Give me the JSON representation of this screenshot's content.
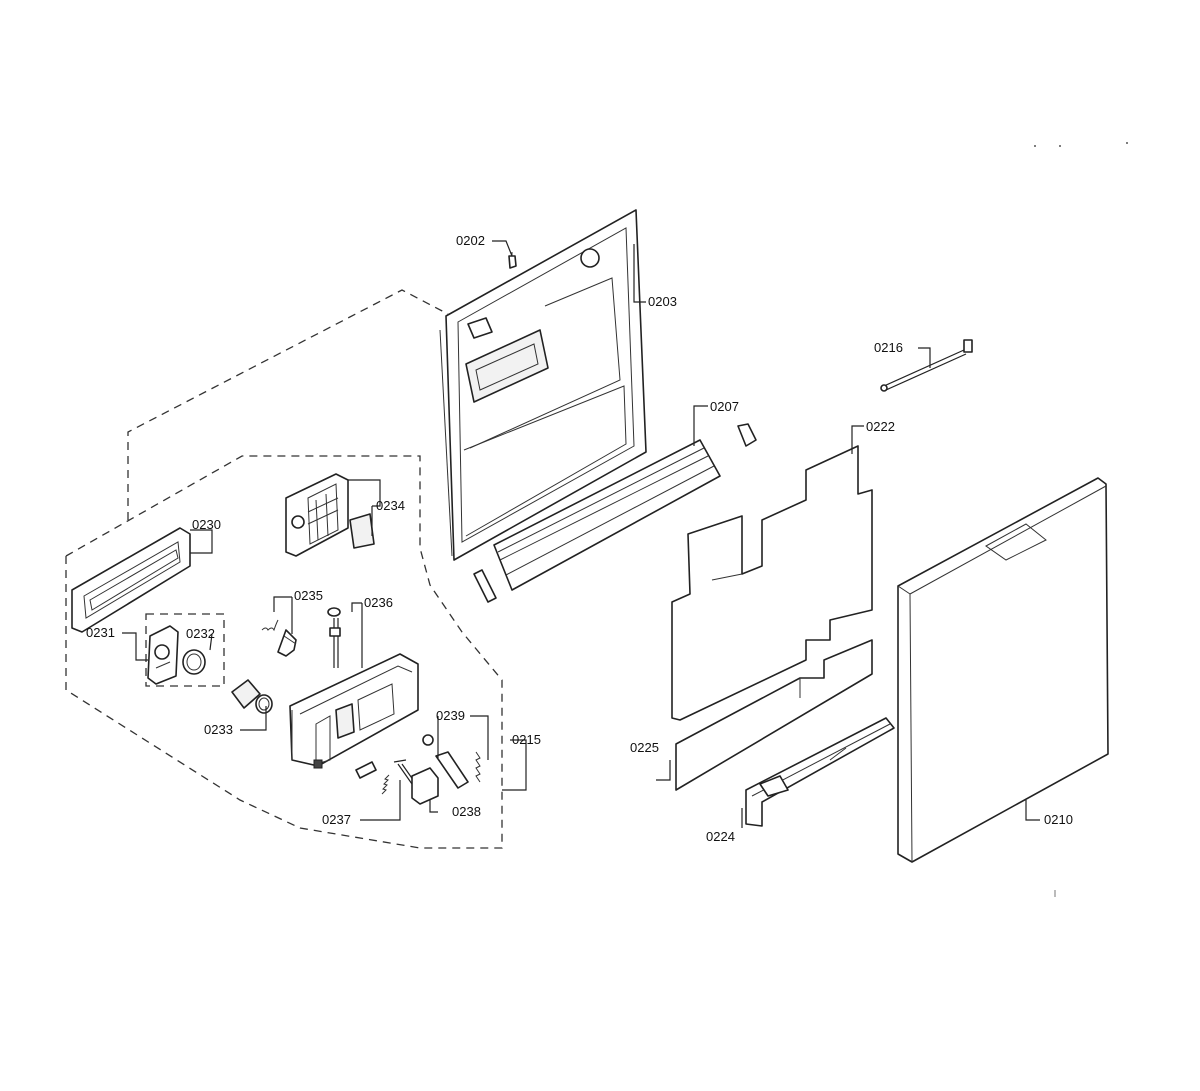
{
  "callouts": {
    "c0202": "0202",
    "c0203": "0203",
    "c0207": "0207",
    "c0210": "0210",
    "c0215": "0215",
    "c0216": "0216",
    "c0222": "0222",
    "c0224": "0224",
    "c0225": "0225",
    "c0230": "0230",
    "c0231": "0231",
    "c0232": "0232",
    "c0233": "0233",
    "c0234": "0234",
    "c0235": "0235",
    "c0236": "0236",
    "c0237": "0237",
    "c0238": "0238",
    "c0239": "0239"
  }
}
